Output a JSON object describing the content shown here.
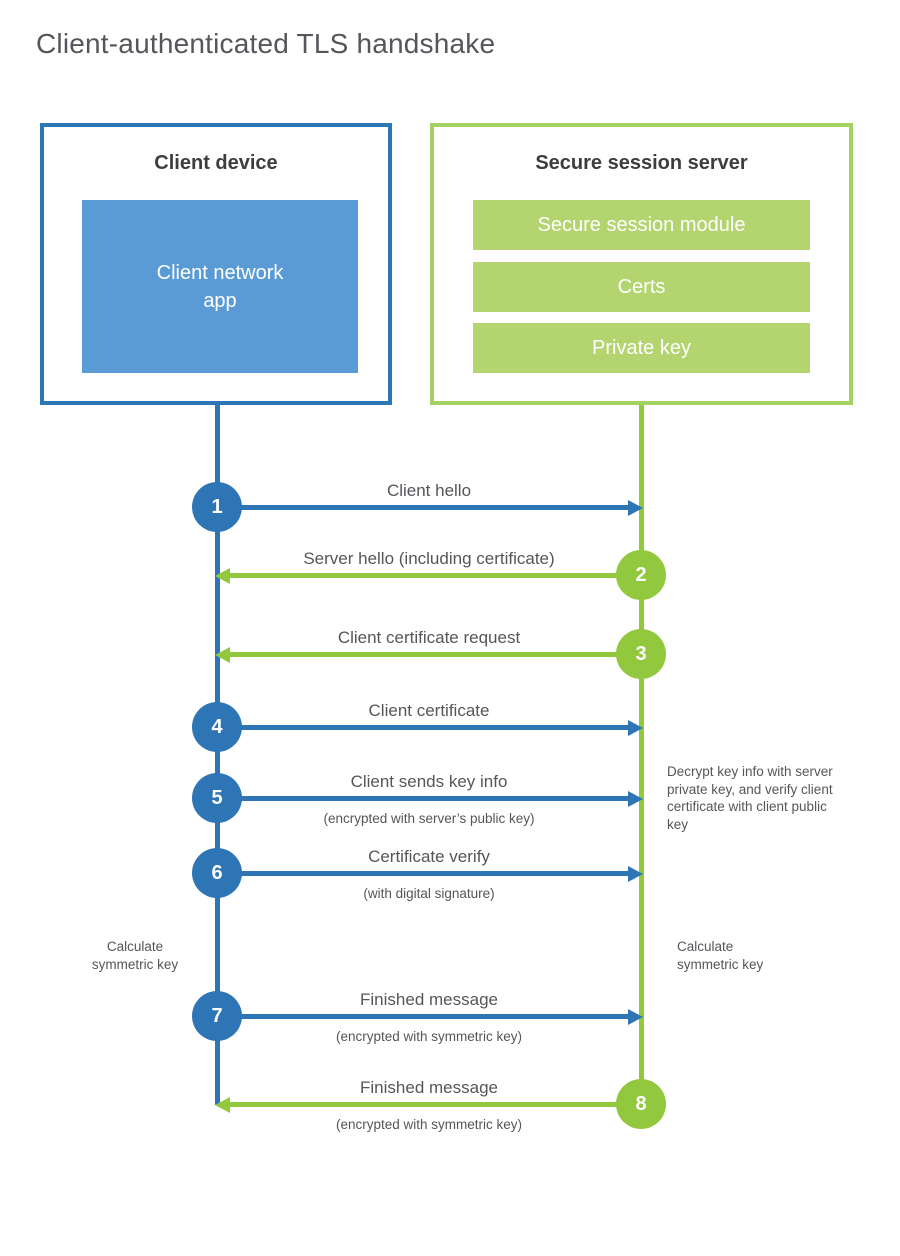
{
  "page": {
    "title": "Client-authenticated TLS handshake"
  },
  "client": {
    "title": "Client device",
    "app_label": "Client network app"
  },
  "server": {
    "title": "Secure session server",
    "modules": [
      "Secure session module",
      "Certs",
      "Private key"
    ]
  },
  "messages": [
    {
      "step": "1",
      "label": "Client hello",
      "from": "client",
      "to": "server"
    },
    {
      "step": "2",
      "label": "Server hello (including certificate)",
      "from": "server",
      "to": "client"
    },
    {
      "step": "3",
      "label": "Client certificate request",
      "from": "server",
      "to": "client"
    },
    {
      "step": "4",
      "label": "Client certificate",
      "from": "client",
      "to": "server"
    },
    {
      "step": "5",
      "label": "Client sends key info",
      "sub": "(encrypted with server’s public key)",
      "from": "client",
      "to": "server"
    },
    {
      "step": "6",
      "label": "Certificate verify",
      "sub": "(with digital signature)",
      "from": "client",
      "to": "server"
    },
    {
      "step": "7",
      "label": "Finished message",
      "sub": "(encrypted with symmetric key)",
      "from": "client",
      "to": "server"
    },
    {
      "step": "8",
      "label": "Finished message",
      "sub": "(encrypted with symmetric key)",
      "from": "server",
      "to": "client"
    }
  ],
  "notes": {
    "decrypt": "Decrypt key info with server private key, and verify client certificate with client public key",
    "calc_left": "Calculate symmetric key",
    "calc_right": "Calculate symmetric key"
  },
  "colors": {
    "blue_line": "#2E75B6",
    "blue_fill": "#5B9BD5",
    "green_line": "#92C83D",
    "green_border": "#A5D162",
    "green_bar": "#B3D46E",
    "text_gray": "#54565A",
    "text_dark": "#3C3D3F"
  }
}
